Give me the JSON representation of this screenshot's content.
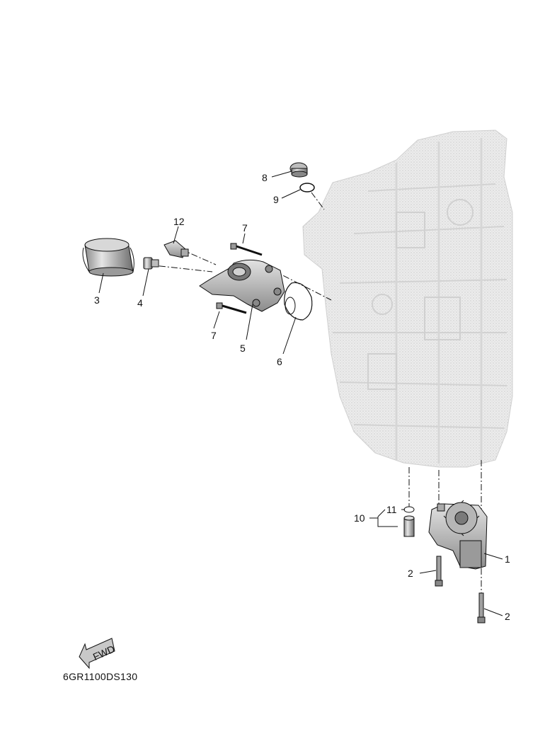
{
  "diagram": {
    "drawing_code": "6GR1100DS130",
    "fwd_label": "FWD",
    "callouts": {
      "c1": "1",
      "c2a": "2",
      "c2b": "2",
      "c3": "3",
      "c4": "4",
      "c5": "5",
      "c6": "6",
      "c7a": "7",
      "c7b": "7",
      "c8": "8",
      "c9": "9",
      "c10": "10",
      "c11": "11",
      "c12": "12"
    },
    "colors": {
      "engine_block": "#e4e4e4",
      "part_fill": "#c4c4c4",
      "line": "#111111"
    }
  }
}
